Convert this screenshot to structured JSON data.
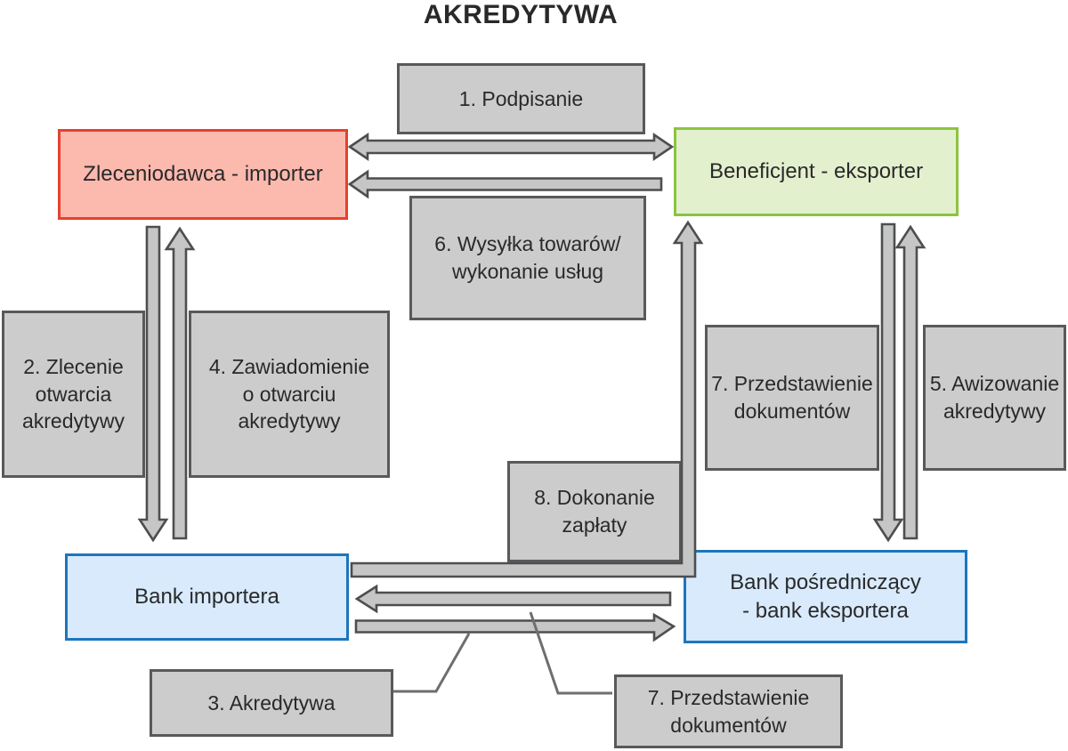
{
  "title": "AKREDYTYWA",
  "colors": {
    "text": "#29292b",
    "gray_fill": "#cdcccc",
    "gray_border": "#58595b",
    "arrow_fill": "#c7c6c6",
    "arrow_stroke": "#4d4e50",
    "connector": "#6d6e70",
    "importer_fill": "#fcb9ad",
    "importer_border": "#e8402f",
    "exporter_fill": "#e3f0cd",
    "exporter_border": "#8cc340",
    "bank_fill": "#d8eafb",
    "bank_border": "#1c76bc"
  },
  "nodes": {
    "importer": "Zleceniodawca - importer",
    "exporter": "Beneficjent - eksporter",
    "bank_importer": "Bank importera",
    "bank_intermediary": "Bank pośredniczący\n- bank eksportera"
  },
  "steps": {
    "s1": "1. Podpisanie",
    "s2": "2. Zlecenie\notwarcia\nakredytywy",
    "s3": "3. Akredytywa",
    "s4": "4. Zawiadomienie\no otwarciu\nakredytywy",
    "s5": "5. Awizowanie\nakredytywy",
    "s6": "6. Wysyłka towarów/\nwykonanie usług",
    "s7_right": "7. Przedstawienie\ndokumentów",
    "s7_bottom": "7. Przedstawienie\ndokumentów",
    "s8": "8. Dokonanie\nzapłaty"
  },
  "arrows": [
    {
      "name": "podpisanie",
      "between": [
        "Zleceniodawca - importer",
        "Beneficjent - eksporter"
      ],
      "direction": "both"
    },
    {
      "name": "wysylka-towarow",
      "from": "Beneficjent - eksporter",
      "to": "Zleceniodawca - importer",
      "direction": "left"
    },
    {
      "name": "zlecenie-otwarcia",
      "from": "Zleceniodawca - importer",
      "to": "Bank importera",
      "direction": "down"
    },
    {
      "name": "zawiadomienie-o-otwarciu",
      "from": "Bank importera",
      "to": "Zleceniodawca - importer",
      "direction": "up"
    },
    {
      "name": "przedstawienie-dokumentow",
      "from": "Beneficjent - eksporter",
      "to": "Bank pośredniczący - bank eksportera",
      "direction": "down"
    },
    {
      "name": "awizowanie",
      "from": "Bank pośredniczący - bank eksportera",
      "to": "Beneficjent - eksporter",
      "direction": "up"
    },
    {
      "name": "dokonanie-zaplaty",
      "from": "Bank importera",
      "to": "Beneficjent - eksporter",
      "direction": "right-then-up"
    },
    {
      "name": "przedstawienie-dokumentow-bank",
      "from": "Bank pośredniczący - bank eksportera",
      "to": "Bank importera",
      "direction": "left"
    },
    {
      "name": "akredytywa",
      "from": "Bank importera",
      "to": "Bank pośredniczący - bank eksportera",
      "direction": "right"
    }
  ]
}
